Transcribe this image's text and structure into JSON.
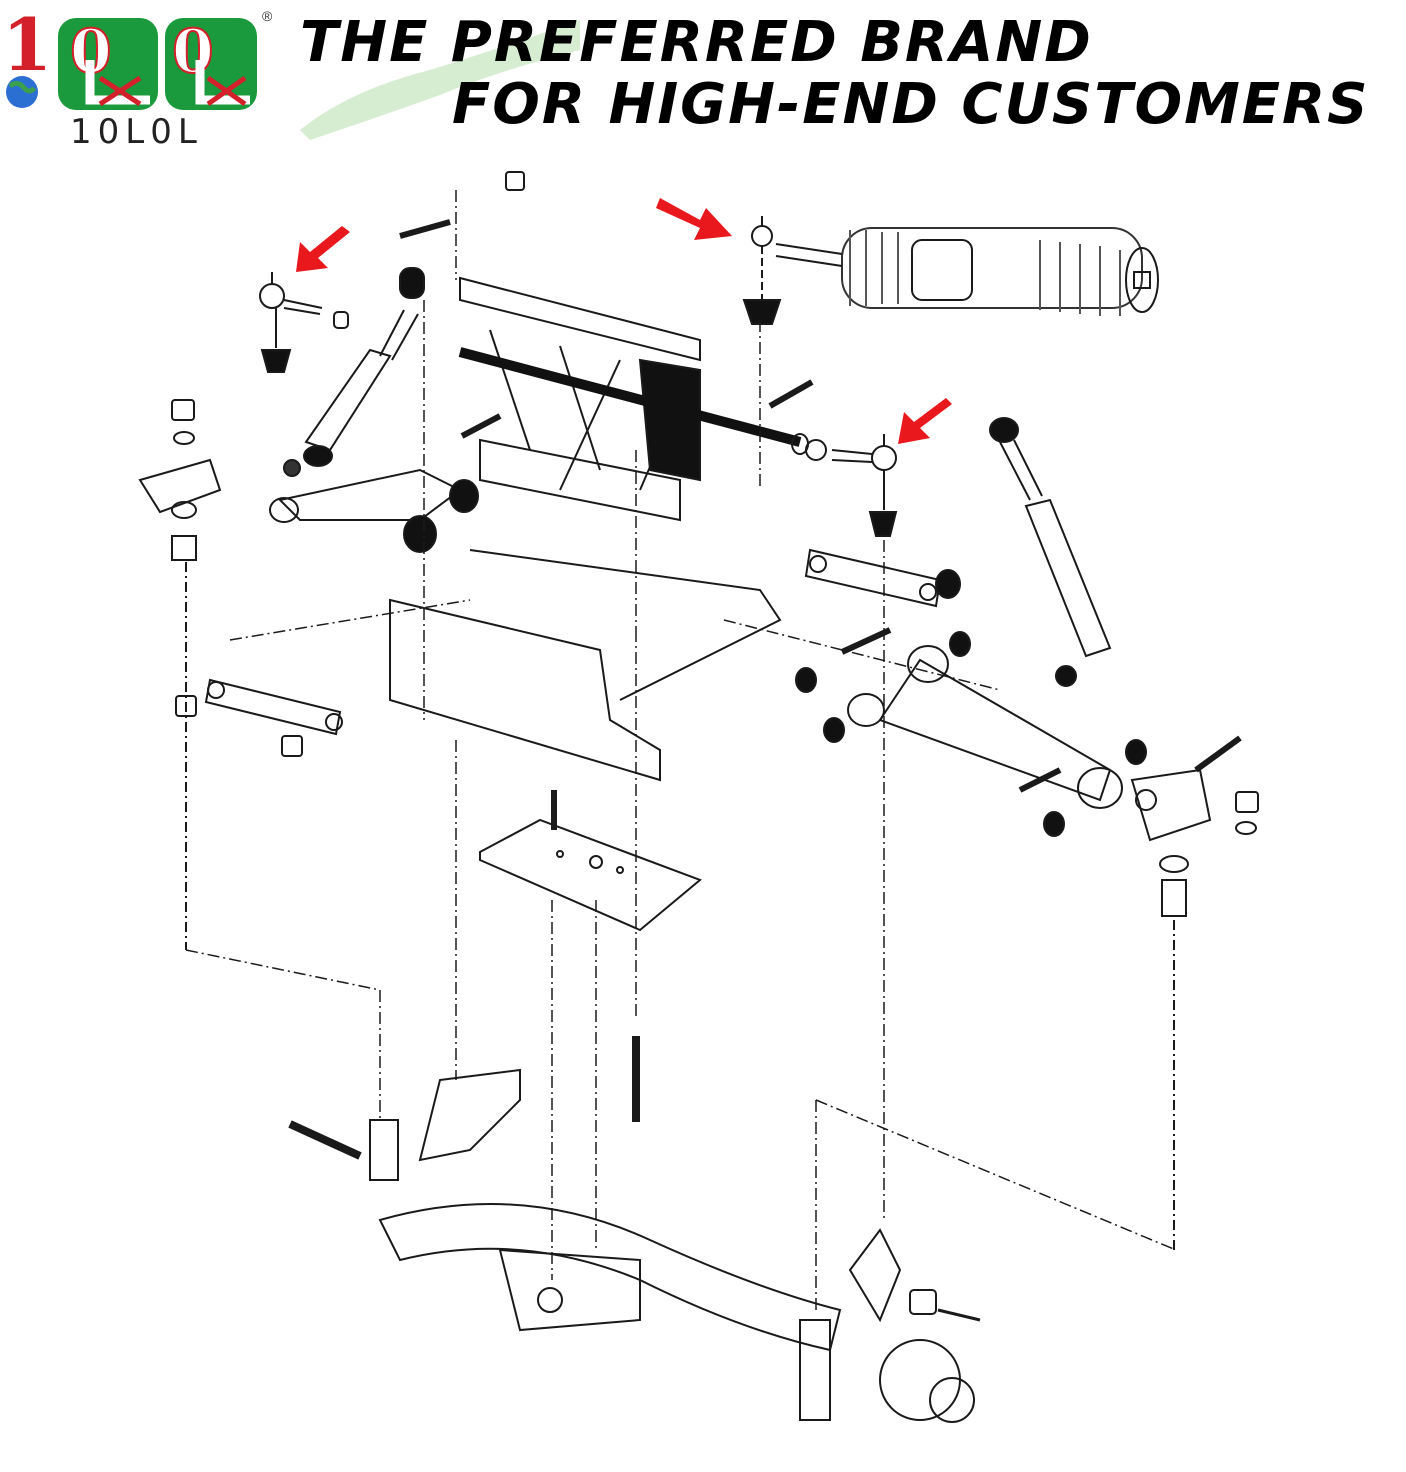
{
  "logo": {
    "brand_name": "10L0L",
    "glyphs": "1 0 L 0 L",
    "registered_mark": "®",
    "colors": {
      "red": "#d4202a",
      "green": "#1a9a3c",
      "blue": "#2a6fd1"
    }
  },
  "headline": {
    "line1": "THE PREFERRED BRAND",
    "line2": "FOR HIGH-END CUSTOMERS"
  },
  "diagram": {
    "highlight_color": "#e8181c",
    "line_color": "#1a1a1a",
    "callout_arrows": [
      "tie-rod-end-left",
      "tie-rod-end-top",
      "tie-rod-end-right"
    ]
  }
}
